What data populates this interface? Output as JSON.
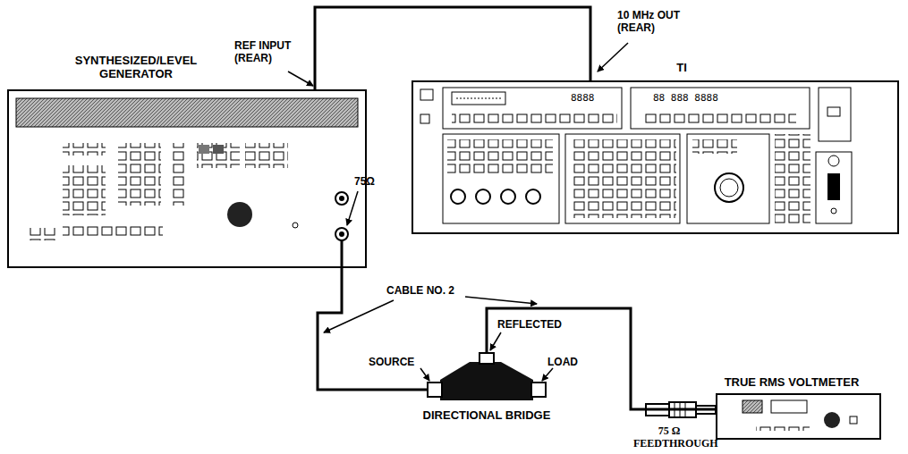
{
  "diagram": {
    "nodes": [
      {
        "text": [
          "SYNTHESIZED/LEVEL GENERATOR"
        ]
      },
      {
        "text": [
          "TI"
        ]
      },
      {
        "text": [
          "DIRECTIONAL BRIDGE"
        ]
      },
      {
        "text": [
          "TRUE RMS VOLTMETER"
        ]
      }
    ],
    "edges": [
      {
        "from": 1,
        "to": 0,
        "arrow": "none"
      },
      {
        "from": 0,
        "to": 2,
        "arrow": "none"
      },
      {
        "from": 2,
        "to": 3,
        "arrow": "none"
      }
    ],
    "labels": [
      "REF INPUT (REAR)",
      "10 MHz OUT (REAR)",
      "8888",
      "88 888 8888",
      "75Ω",
      "CABLE NO. 2",
      "REFLECTED",
      "SOURCE",
      "LOAD",
      "75 Ω FEEDTHROUGH"
    ]
  }
}
